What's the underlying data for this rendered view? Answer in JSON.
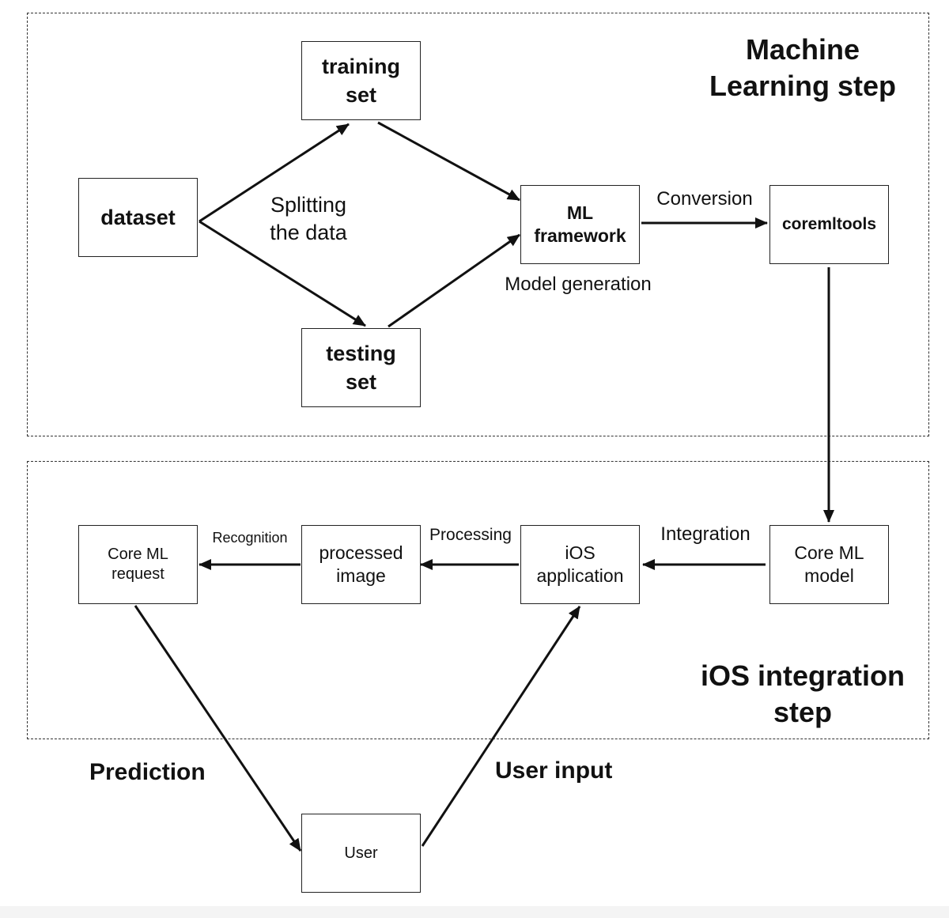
{
  "regions": {
    "ml_step": {
      "title": "Machine\nLearning step"
    },
    "ios_step": {
      "title": "iOS integration\nstep"
    }
  },
  "nodes": {
    "dataset": "dataset",
    "training_set": "training\nset",
    "testing_set": "testing\nset",
    "ml_framework": "ML\nframework",
    "coremltools": "coremltools",
    "core_ml_model": "Core ML\nmodel",
    "ios_application": "iOS\napplication",
    "processed_image": "processed\nimage",
    "core_ml_request": "Core ML\nrequest",
    "user": "User"
  },
  "edge_labels": {
    "splitting": "Splitting\nthe data",
    "model_generation": "Model generation",
    "conversion": "Conversion",
    "integration": "Integration",
    "processing": "Processing",
    "recognition": "Recognition",
    "prediction": "Prediction",
    "user_input": "User input"
  }
}
